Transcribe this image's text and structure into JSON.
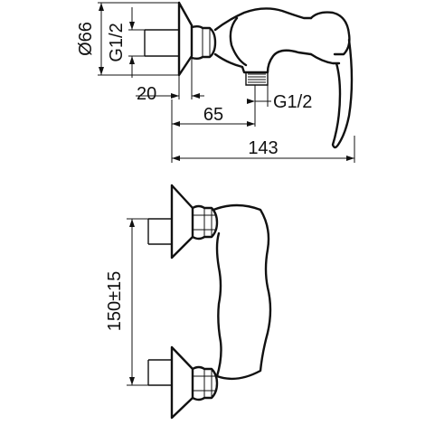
{
  "dimensions": {
    "diameter": "Ø66",
    "inlet_thread": "G1/2",
    "offset": "20",
    "outlet_distance": "65",
    "outlet_thread": "G1/2",
    "total_length": "143",
    "center_distance": "150±15"
  },
  "colors": {
    "line": "#111111",
    "background": "#ffffff"
  }
}
